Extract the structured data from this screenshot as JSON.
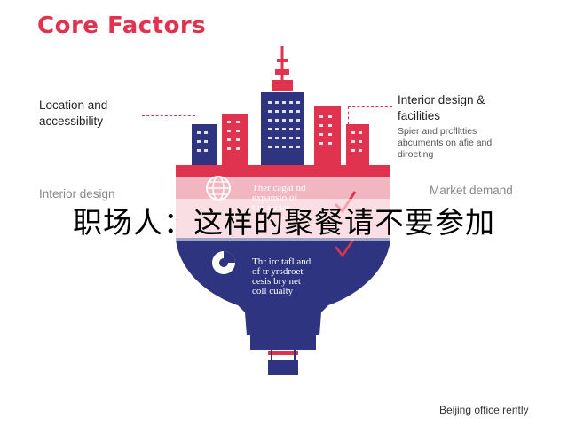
{
  "title": "Core Factors",
  "labels": {
    "location": "Location and\naccessibility",
    "interior_right": "Interior design &\nfacilities",
    "interior_right_sub": "Spier and prcflltties\nabcuments on afie and\ndiroeting",
    "interior_left": "Interior design",
    "market": "Market demand",
    "balloon_top_text": "Ther cagal nd\nexpansio of\nthe acciar",
    "balloon_bottom_text": "Thr irc tafl and\nof tr yrsdroet\ncesis bry net\ncoll cualty"
  },
  "overlay_caption": "职场人：这样的聚餐请不要参加",
  "footer": "Beijing office rently",
  "colors": {
    "accent": "#e0334f",
    "navy": "#2e3480",
    "pink": "#f2b6c0",
    "ink": "#222222"
  },
  "icons": {
    "globe": "globe-icon",
    "pie": "pie-chart-icon",
    "check": "check-icon"
  }
}
